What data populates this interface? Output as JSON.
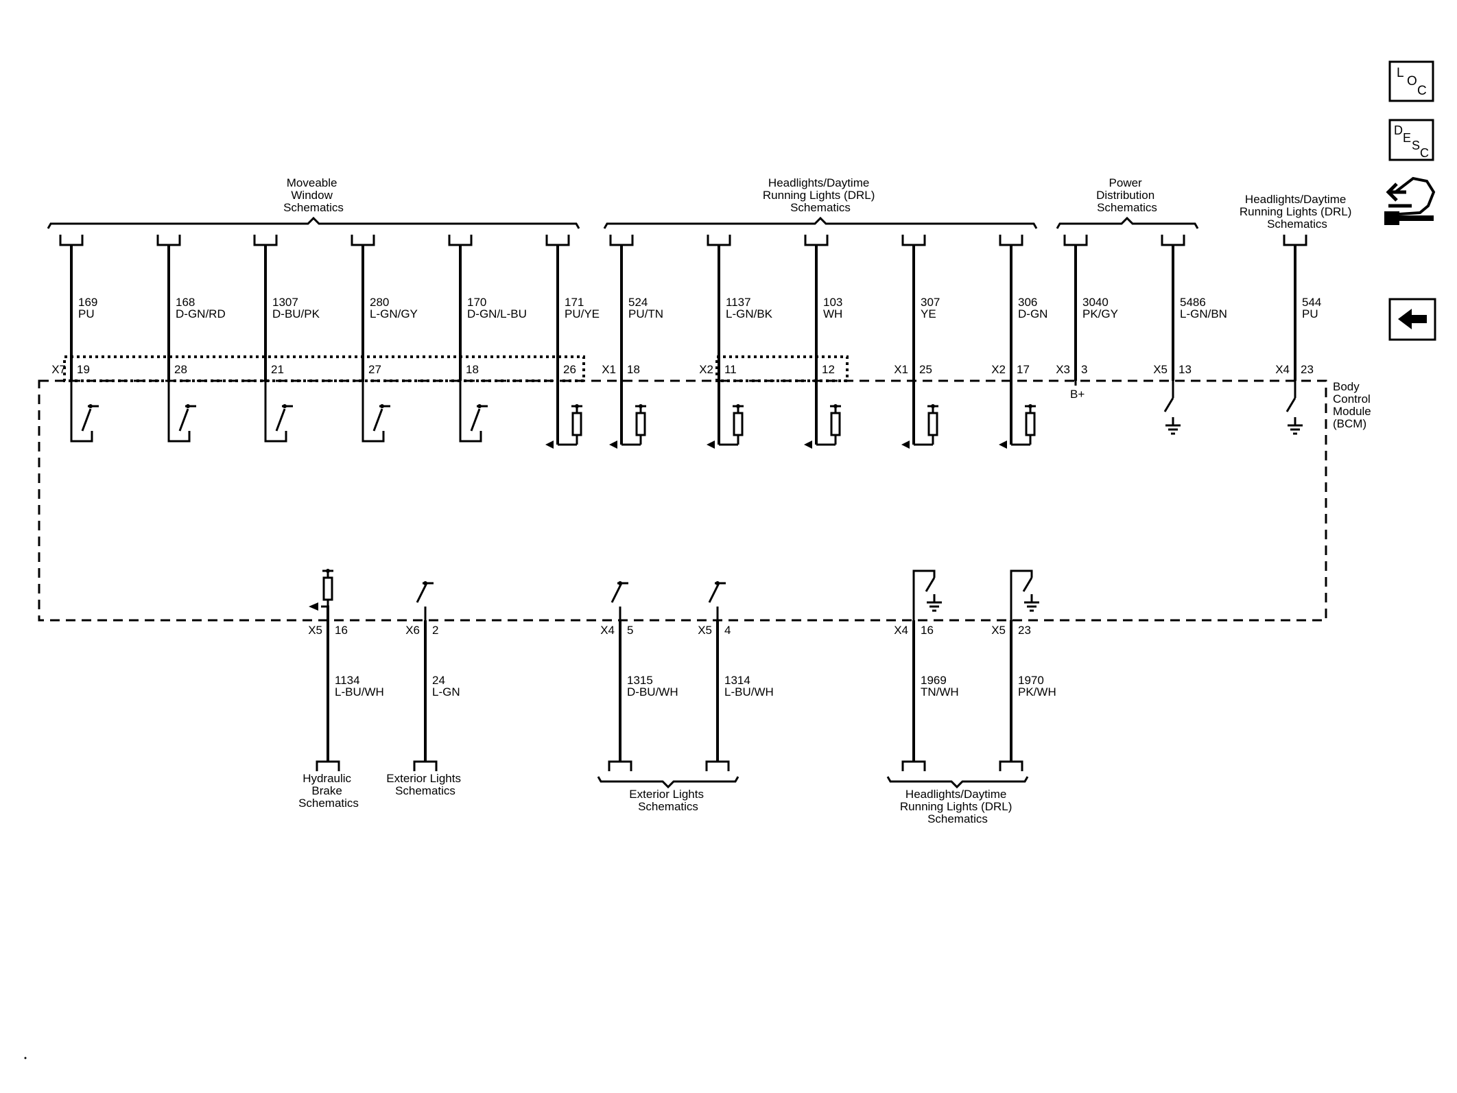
{
  "module": {
    "label_lines": [
      "Body",
      "Control",
      "Module",
      "(BCM)"
    ]
  },
  "top_groups": [
    {
      "label_lines": [
        "Moveable",
        "Window",
        "Schematics"
      ]
    },
    {
      "label_lines": [
        "Headlights/Daytime",
        "Running Lights (DRL)",
        "Schematics"
      ]
    },
    {
      "label_lines": [
        "Power",
        "Distribution",
        "Schematics"
      ]
    },
    {
      "label_lines": [
        "Headlights/Daytime",
        "Running Lights (DRL)",
        "Schematics"
      ]
    }
  ],
  "top_circuits": [
    {
      "circuit": "169",
      "color": "PU",
      "connector": "X7",
      "pin": "19",
      "type": "switch"
    },
    {
      "circuit": "168",
      "color": "D-GN/RD",
      "connector": "",
      "pin": "28",
      "type": "switch"
    },
    {
      "circuit": "1307",
      "color": "D-BU/PK",
      "connector": "",
      "pin": "21",
      "type": "switch"
    },
    {
      "circuit": "280",
      "color": "L-GN/GY",
      "connector": "",
      "pin": "27",
      "type": "switch"
    },
    {
      "circuit": "170",
      "color": "D-GN/L-BU",
      "connector": "",
      "pin": "18",
      "type": "switch"
    },
    {
      "circuit": "171",
      "color": "PU/YE",
      "connector": "",
      "pin": "26",
      "type": "pullup"
    },
    {
      "circuit": "524",
      "color": "PU/TN",
      "connector": "X1",
      "pin": "18",
      "type": "pullup"
    },
    {
      "circuit": "1137",
      "color": "L-GN/BK",
      "connector": "X2",
      "pin": "11",
      "type": "pullup"
    },
    {
      "circuit": "103",
      "color": "WH",
      "connector": "",
      "pin": "12",
      "type": "pullup"
    },
    {
      "circuit": "307",
      "color": "YE",
      "connector": "X1",
      "pin": "25",
      "type": "pullup"
    },
    {
      "circuit": "306",
      "color": "D-GN",
      "connector": "X2",
      "pin": "17",
      "type": "pullup"
    },
    {
      "circuit": "3040",
      "color": "PK/GY",
      "connector": "X3",
      "pin": "3",
      "type": "bplus",
      "note": "B+"
    },
    {
      "circuit": "5486",
      "color": "L-GN/BN",
      "connector": "X5",
      "pin": "13",
      "type": "ground"
    },
    {
      "circuit": "544",
      "color": "PU",
      "connector": "X4",
      "pin": "23",
      "type": "ground"
    }
  ],
  "bottom_circuits": [
    {
      "circuit": "1134",
      "color": "L-BU/WH",
      "connector": "X5",
      "pin": "16",
      "type": "pullup"
    },
    {
      "circuit": "24",
      "color": "L-GN",
      "connector": "X6",
      "pin": "2",
      "type": "switch"
    },
    {
      "circuit": "1315",
      "color": "D-BU/WH",
      "connector": "X4",
      "pin": "5",
      "type": "switch"
    },
    {
      "circuit": "1314",
      "color": "L-BU/WH",
      "connector": "X5",
      "pin": "4",
      "type": "switch"
    },
    {
      "circuit": "1969",
      "color": "TN/WH",
      "connector": "X4",
      "pin": "16",
      "type": "ground"
    },
    {
      "circuit": "1970",
      "color": "PK/WH",
      "connector": "X5",
      "pin": "23",
      "type": "ground"
    }
  ],
  "bottom_groups": [
    {
      "label_lines": [
        "Hydraulic",
        "Brake",
        "Schematics"
      ]
    },
    {
      "label_lines": [
        "Exterior Lights",
        "Schematics"
      ]
    },
    {
      "label_lines": [
        "Exterior Lights",
        "Schematics"
      ]
    },
    {
      "label_lines": [
        "Headlights/Daytime",
        "Running Lights (DRL)",
        "Schematics"
      ]
    }
  ],
  "toolbar": {
    "loc": {
      "letters": [
        "L",
        "O",
        "C"
      ],
      "icon": "loc-icon"
    },
    "desc": {
      "letters": [
        "D",
        "E",
        "S",
        "C"
      ],
      "icon": "desc-icon"
    },
    "connector_icon": "connector-end-view-icon",
    "back_icon": "back-arrow-icon"
  },
  "colors": {
    "line": "#000000",
    "background": "#ffffff"
  }
}
